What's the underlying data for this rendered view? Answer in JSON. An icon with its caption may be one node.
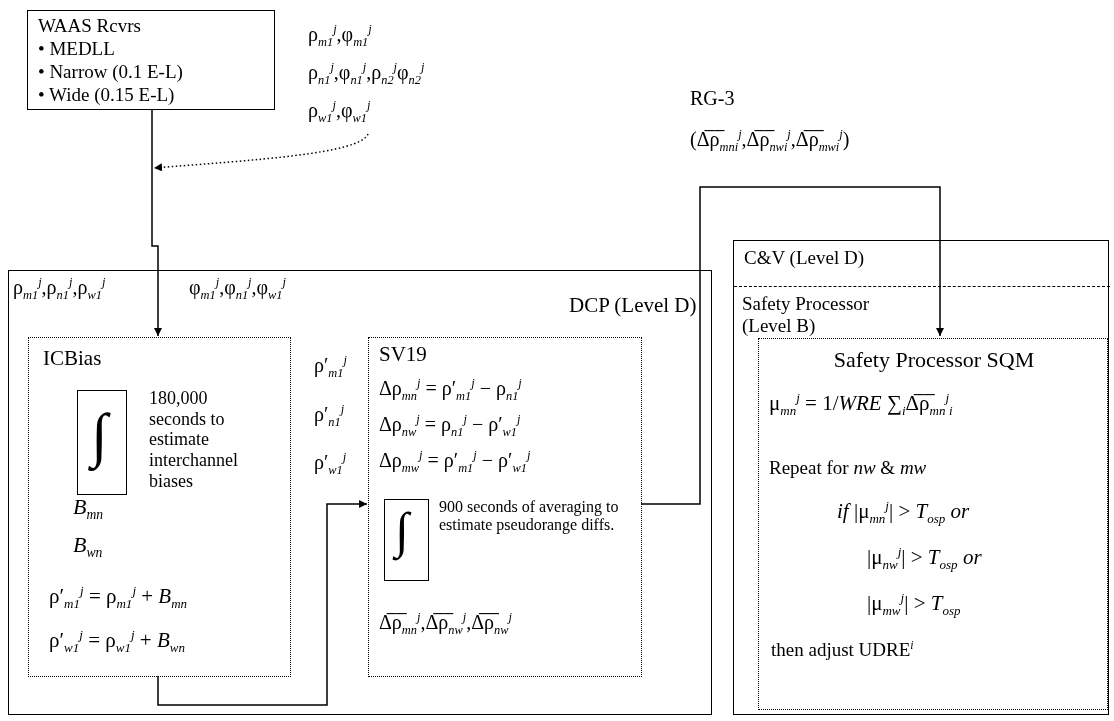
{
  "diagram": {
    "nodes": [
      {
        "text": [
          "WAAS Rcvrs",
          "• MEDLL",
          "• Narrow (0.1 E-L)",
          "• Wide (0.15 E-L)"
        ]
      },
      {
        "text": [
          "ρ$_{m1}$$^{j}$,φ$_{m1}$$^{j}$",
          "ρ$_{n1}$$^{j}$,φ$_{n1}$$^{j}$,ρ$_{n2}$$^{j}$φ$_{n2}$$^{j}$",
          "ρ$_{w1}$$^{j}$,φ$_{w1}$$^{j}$"
        ]
      },
      {
        "text": [
          "ρ$_{m1}$$^{j}$,ρ$_{n1}$$^{j}$,ρ$_{w1}$$^{j}$",
          "φ$_{m1}$$^{j}$,φ$_{n1}$$^{j}$,φ$_{w1}$$^{j}$",
          "DCP (Level D)"
        ]
      },
      {
        "text": [
          "ICBias",
          "180,000 seconds to estimate interchannel biases",
          "*B*$_{mn}$",
          "*B*$_{wn}$",
          "ρ′$_{m1}$$^{j}$ = ρ$_{m1}$$^{j}$ + *B*$_{mn}$",
          "ρ′$_{w1}$$^{j}$ = ρ$_{w1}$$^{j}$ + *B*$_{wn}$"
        ],
        "in": 2
      },
      {
        "text": [
          "∫"
        ],
        "in": 3
      },
      {
        "text": [
          "SV19",
          "Δρ$_{mn}$$^{j}$ = ρ′$_{m1}$$^{j}$ − ρ$_{n1}$$^{j}$",
          "Δρ$_{nw}$$^{j}$ = ρ$_{n1}$$^{j}$ − ρ′$_{w1}$$^{j}$",
          "Δρ$_{mw}$$^{j}$ = ρ′$_{m1}$$^{j}$ − ρ′$_{w1}$$^{j}$",
          "900 seconds of averaging to estimate pseudorange diffs.",
          "Δ̅ρ̅$_{mn}$$^{j}$,Δ̅ρ̅$_{nw}$$^{j}$,Δ̅ρ̅$_{nw}$$^{j}$"
        ],
        "in": 2
      },
      {
        "text": [
          "∫"
        ],
        "in": 5
      },
      {
        "text": [
          "C&V (Level D)"
        ]
      },
      {
        "text": [
          "Safety Processor (Level B)"
        ],
        "in": 7
      },
      {
        "text": [
          "Safety Processor SQM",
          "μ$_{mn}$$^{j}$ = 1/*WRE* ∑$_{i}$Δ̅ρ̅$_{mn}$$^{j}$$_{i}$",
          "Repeat for *nw* & *mw*",
          "*if* |μ$_{mn}$$^{j}$| > *T*$_{osp}$ *or*",
          "|μ$_{nw}$$^{j}$| > *T*$_{osp}$ *or*",
          "|μ$_{mw}$$^{j}$| > *T*$_{osp}$",
          "then adjust UDRE$^{i}$"
        ],
        "in": 8
      }
    ],
    "edges": [
      {
        "from": 0,
        "to": 3,
        "arrow": "to"
      },
      {
        "from": 1,
        "to": null,
        "arrow": "to",
        "style": "dashed"
      },
      {
        "from": 3,
        "to": 5,
        "arrow": "to",
        "label": "ρ′$_{m1}$$^{j}$ ρ′$_{n1}$$^{j}$ ρ′$_{w1}$$^{j}$"
      },
      {
        "from": 5,
        "to": 9,
        "arrow": "to",
        "label": "RG-3 (Δ̅ρ̅$_{mn}$$_{i}$$^{j}$,Δ̅ρ̅$_{nw}$$_{i}$$^{j}$,Δ̅ρ̅$_{mw}$$_{i}$$^{j}$)"
      }
    ]
  }
}
